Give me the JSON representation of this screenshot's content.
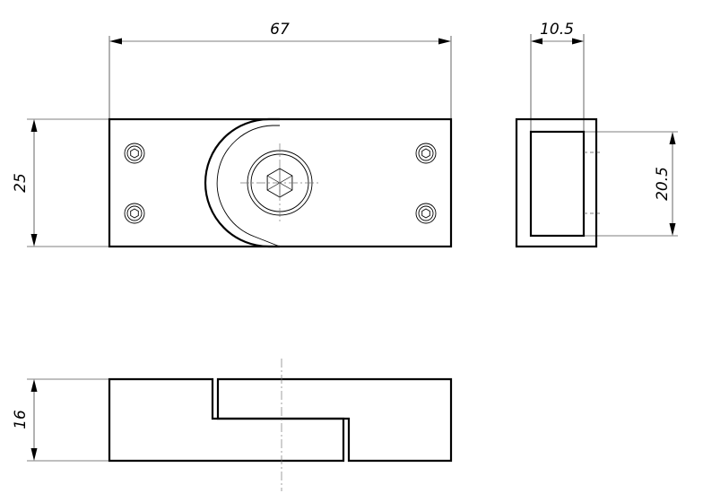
{
  "dimensions": {
    "length": "67",
    "height": "25",
    "side_width": "10.5",
    "side_height": "20.5",
    "bottom_height": "16"
  }
}
